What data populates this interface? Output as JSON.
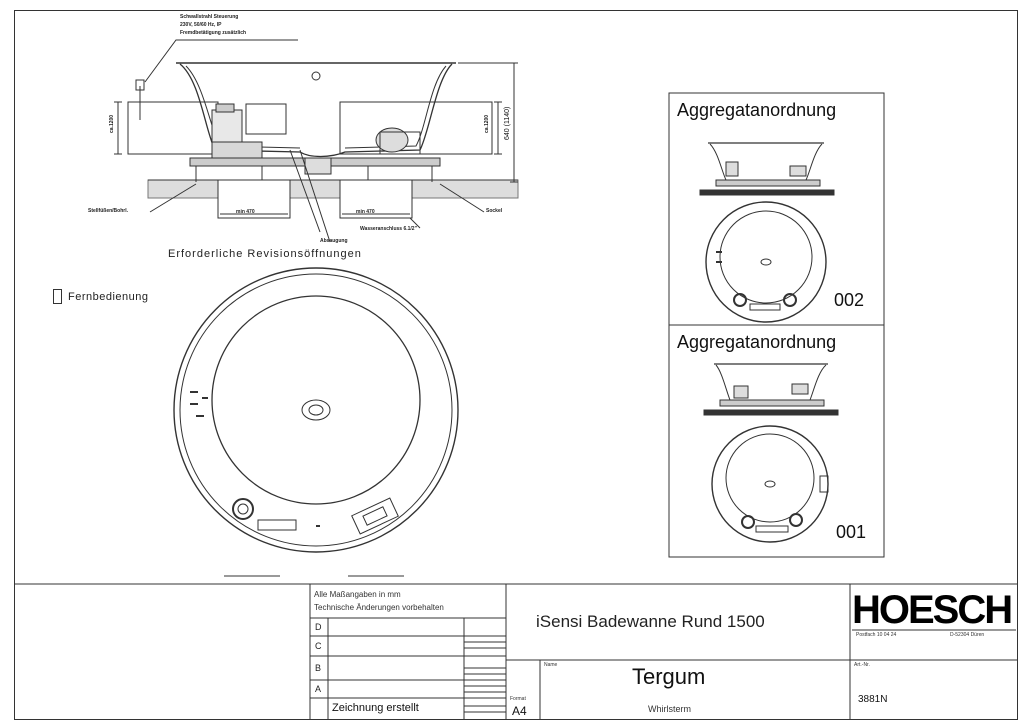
{
  "side_view": {
    "callout_top": [
      "Schwallstrahl Steuerung",
      "230V, 50/60 Hz, IP",
      "Fremdbetätigung zusätzlich"
    ],
    "callout_left": "Stellfüßen/Bohrl.",
    "callout_right": "Sockel",
    "callout_mid": "Wasseranschluss 6.1/2\"",
    "callout_mid2": "Absaugung",
    "dim_left": "ca.1200",
    "dim_right": "ca.1200",
    "dim_height": "640 (1140)",
    "dim_bottom_left": "min 470",
    "dim_bottom_right": "min 470",
    "note": "Erforderliche Revisionsöffnungen"
  },
  "plan_view": {
    "remote_label": "Fernbedienung"
  },
  "panels": [
    {
      "title": "Aggregatanordnung",
      "number": "002"
    },
    {
      "title": "Aggregatanordnung",
      "number": "001"
    }
  ],
  "title_block": {
    "notes": [
      "Alle Maßangaben in mm",
      "Technische Änderungen vorbehalten"
    ],
    "revisions": [
      "D",
      "C",
      "B",
      "A"
    ],
    "created_label": "Zeichnung erstellt",
    "format_label": "Format",
    "format": "A4",
    "title": "iSensi Badewanne Rund 1500",
    "name_label": "Name",
    "name": "Tergum",
    "subname": "Whirlsterm",
    "number_label": "Art.-Nr.",
    "number": "3881N",
    "logo": "HOESCH",
    "logo_sub_left": "Postfach 10 04 24",
    "logo_sub_right": "D-52304 Düren"
  }
}
